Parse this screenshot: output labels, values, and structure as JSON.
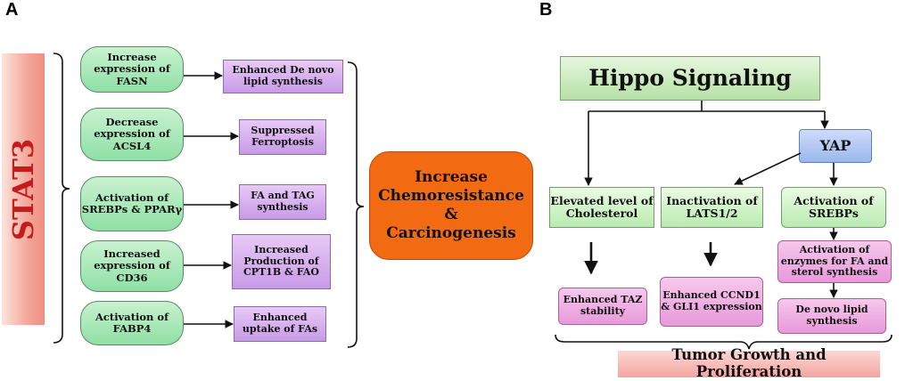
{
  "panel_a": {
    "label": "A",
    "stat3": "STAT3",
    "mechanisms": [
      "Increase expression of FASN",
      "Decrease expression of ACSL4",
      "Activation of SREBPs & PPARγ",
      "Increased expression of CD36",
      "Activation of FABP4"
    ],
    "effects": [
      "Enhanced De novo lipid synthesis",
      "Suppressed Ferroptosis",
      "FA and TAG synthesis",
      "Increased Production of CPT1B & FAO",
      "Enhanced uptake of FAs"
    ],
    "outcome_lines": [
      "Increase",
      "Chemoresistance",
      "&",
      "Carcinogenesis"
    ]
  },
  "panel_b": {
    "label": "B",
    "hippo": "Hippo Signaling",
    "yap": "YAP",
    "mid": [
      "Elevated level of Cholesterol",
      "Inactivation of LATS1/2",
      "Activation of SREBPs"
    ],
    "lower": [
      "Enhanced TAZ stability",
      "Enhanced CCND1 & GLI1 expression",
      "Activation of enzymes for FA and sterol synthesis"
    ],
    "denovo": "De novo lipid synthesis",
    "outcome": "Tumor Growth and Proliferation"
  },
  "colors": {
    "stat3_fill": "#f4a79b",
    "outcome_fill": "#f26a12",
    "yap_fill": "#a9c3f2",
    "tumor_fill": "#f7b3b0"
  }
}
